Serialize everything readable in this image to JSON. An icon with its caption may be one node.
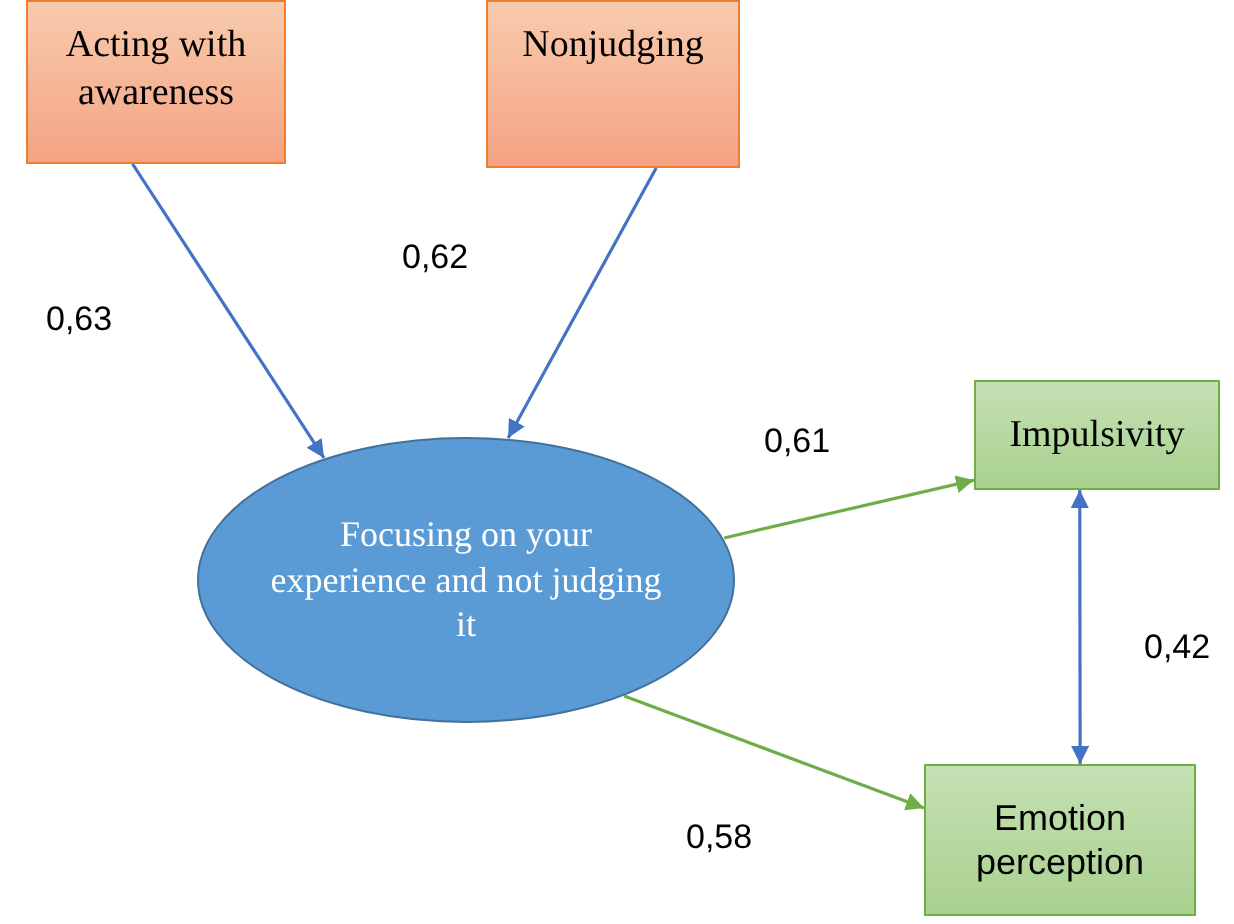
{
  "diagram": {
    "nodes": [
      {
        "text": [
          "Acting with awareness"
        ]
      },
      {
        "text": [
          "Nonjudging"
        ]
      },
      {
        "text": [
          "Focusing on your experience and not judging it"
        ]
      },
      {
        "text": [
          "Impulsivity"
        ]
      },
      {
        "text": [
          "Emotion perception"
        ]
      }
    ],
    "edges": [
      {
        "from": 0,
        "to": 2,
        "arrow": "to",
        "label": "0,63"
      },
      {
        "from": 1,
        "to": 2,
        "arrow": "to",
        "label": "0,62"
      },
      {
        "from": 2,
        "to": 3,
        "arrow": "to",
        "label": "0,61",
        "color": "#70ad47"
      },
      {
        "from": 2,
        "to": 4,
        "arrow": "to",
        "label": "0,58",
        "color": "#70ad47"
      },
      {
        "from": 3,
        "to": 4,
        "arrow": "both",
        "label": "0,42"
      }
    ]
  }
}
